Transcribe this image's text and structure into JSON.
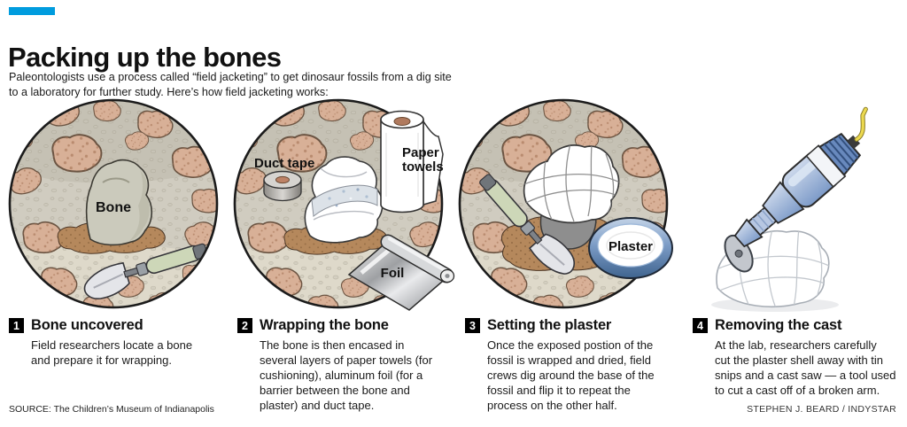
{
  "colors": {
    "accent": "#009CDE",
    "rock": "#d8b097",
    "dirt": "#b5885c",
    "ground": "#d0ccc0",
    "cord": "#ecd94f",
    "plaster_bowl_blue": "#5d84b8",
    "saw_blue": "#8ba6d2"
  },
  "header": {
    "title": "Packing up the bones",
    "intro": "Paleontologists use a process called “field jacketing” to get dinosaur fossils from a dig site\nto a laboratory for further study. Here’s how field jacketing works:"
  },
  "steps": [
    {
      "number": "1",
      "heading": "Bone uncovered",
      "body": "Field researchers locate a bone\nand prepare it for wrapping."
    },
    {
      "number": "2",
      "heading": "Wrapping the bone",
      "body": "The bone is then encased in\nseveral layers of paper towels (for\ncushioning), aluminum foil (for a\nbarrier between the bone and\nplaster) and duct tape."
    },
    {
      "number": "3",
      "heading": "Setting the plaster",
      "body": "Once the exposed postion of the\nfossil is wrapped and dried, field\ncrews dig around the base of the\nfossil and flip it to repeat the\nprocess on the other half."
    },
    {
      "number": "4",
      "heading": "Removing the cast",
      "body": "At the lab, researchers carefully\ncut the plaster shell away with tin\nsnips and a cast saw — a tool used\nto cut a cast off of a broken arm."
    }
  ],
  "figures": {
    "fig1": {
      "bone_label": "Bone"
    },
    "fig2": {
      "duct_tape_label": "Duct tape",
      "paper_label_line1": "Paper",
      "paper_label_line2": "towels",
      "foil_label": "Foil"
    },
    "fig3": {
      "plaster_label": "Plaster"
    }
  },
  "footer": {
    "source": "SOURCE: The Children’s Museum of Indianapolis",
    "credit": "STEPHEN J. BEARD / INDYSTAR"
  }
}
